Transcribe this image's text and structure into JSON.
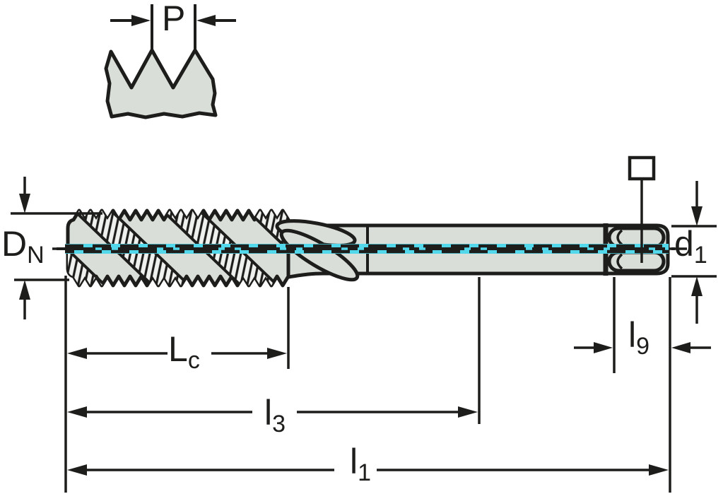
{
  "colors": {
    "background": "#ffffff",
    "line": "#1d1d1b",
    "body_fill": "#d9ded9",
    "flute_fill": "#eef1ee",
    "centerline_cyan": "#52d7eb"
  },
  "labels": {
    "pitch": {
      "main": "P",
      "sub": ""
    },
    "nominal_diameter": {
      "main": "D",
      "sub": "N"
    },
    "shank_diameter": {
      "main": "d",
      "sub": "1"
    },
    "thread_length": {
      "main": "L",
      "sub": "c"
    },
    "length_l3": {
      "main": "l",
      "sub": "3"
    },
    "overall_length": {
      "main": "l",
      "sub": "1"
    },
    "square_length": {
      "main": "l",
      "sub": "9"
    }
  },
  "icons": {
    "square_drive_symbol": "square-outline"
  }
}
